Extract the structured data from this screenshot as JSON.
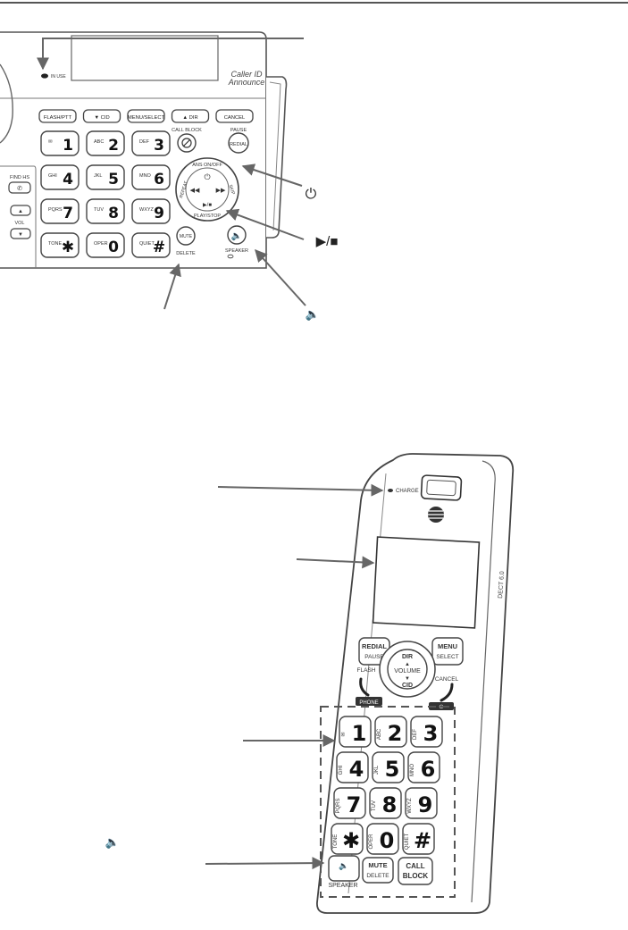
{
  "base": {
    "in_use_label": "IN USE",
    "screen_label_line1": "Caller ID",
    "screen_label_line2": "Announce",
    "top_row_keys": [
      {
        "name": "flash-ptt-key",
        "label": "FLASH/PTT"
      },
      {
        "name": "cid-key",
        "label": "▼ CID"
      },
      {
        "name": "menu-select-key",
        "label": "MENU/SELECT"
      },
      {
        "name": "dir-key",
        "label": "▲ DIR"
      },
      {
        "name": "cancel-key",
        "label": "CANCEL"
      }
    ],
    "keypad": [
      {
        "name": "key-1",
        "digit": "1",
        "letters": "✉"
      },
      {
        "name": "key-2",
        "digit": "2",
        "letters": "ABC"
      },
      {
        "name": "key-3",
        "digit": "3",
        "letters": "DEF"
      },
      {
        "name": "key-4",
        "digit": "4",
        "letters": "GHI"
      },
      {
        "name": "key-5",
        "digit": "5",
        "letters": "JKL"
      },
      {
        "name": "key-6",
        "digit": "6",
        "letters": "MNO"
      },
      {
        "name": "key-7",
        "digit": "7",
        "letters": "PQRS"
      },
      {
        "name": "key-8",
        "digit": "8",
        "letters": "TUV"
      },
      {
        "name": "key-9",
        "digit": "9",
        "letters": "WXYZ"
      },
      {
        "name": "key-star",
        "digit": "✱",
        "letters": "TONE"
      },
      {
        "name": "key-0",
        "digit": "0",
        "letters": "OPER"
      },
      {
        "name": "key-hash",
        "digit": "#",
        "letters": "QUIET"
      }
    ],
    "call_block_label": "CALL BLOCK",
    "pause_label": "PAUSE",
    "redial_label": "REDIAL",
    "ans_on_off_label": "ANS ON/OFF",
    "play_stop_label": "PLAY/STOP",
    "repeat_label": "REPEAT",
    "skip_label": "SKIP",
    "mute_label": "MUTE",
    "delete_label": "DELETE",
    "speaker_label": "SPEAKER",
    "find_hs_label": "FIND HS",
    "vol_label": "VOL"
  },
  "callout_icons": {
    "power": "⏻",
    "play_stop": "▶/■",
    "speaker": "🔈"
  },
  "handset": {
    "charge_label": "CHARGE",
    "redial_label": "REDIAL",
    "pause_label": "PAUSE",
    "menu_label": "MENU",
    "select_label": "SELECT",
    "dir_label": "DIR",
    "volume_label": "VOLUME",
    "cid_label": "CID",
    "flash_label": "FLASH",
    "phone_label": "PHONE",
    "cancel_label": "CANCEL",
    "side_label": "DECT 6.0",
    "keypad": [
      {
        "name": "hs-key-1",
        "digit": "1",
        "letters": "✉"
      },
      {
        "name": "hs-key-2",
        "digit": "2",
        "letters": "ABC"
      },
      {
        "name": "hs-key-3",
        "digit": "3",
        "letters": "DEF"
      },
      {
        "name": "hs-key-4",
        "digit": "4",
        "letters": "GHI"
      },
      {
        "name": "hs-key-5",
        "digit": "5",
        "letters": "JKL"
      },
      {
        "name": "hs-key-6",
        "digit": "6",
        "letters": "MNO"
      },
      {
        "name": "hs-key-7",
        "digit": "7",
        "letters": "PQRS"
      },
      {
        "name": "hs-key-8",
        "digit": "8",
        "letters": "TUV"
      },
      {
        "name": "hs-key-9",
        "digit": "9",
        "letters": "WXYZ"
      },
      {
        "name": "hs-key-star",
        "digit": "✱",
        "letters": "TONE"
      },
      {
        "name": "hs-key-0",
        "digit": "0",
        "letters": "OPER"
      },
      {
        "name": "hs-key-hash",
        "digit": "#",
        "letters": "QUIET"
      }
    ],
    "speaker_label": "SPEAKER",
    "mute_label": "MUTE",
    "delete_label": "DELETE",
    "call_label": "CALL",
    "block_label": "BLOCK"
  }
}
